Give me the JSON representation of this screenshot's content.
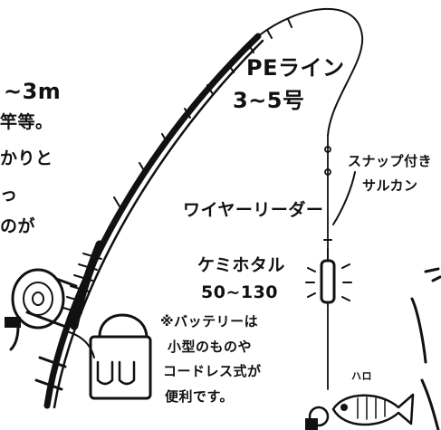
{
  "labels": {
    "left_text_1": "~3m",
    "left_text_2": "竿等。",
    "left_text_3": "かりと",
    "left_text_4": "っ",
    "left_text_5": "のが",
    "pe_line_1": "PEライン",
    "pe_line_2": "3~5号",
    "swivel_1": "スナップ付き",
    "swivel_2": "サルカン",
    "wire_leader": "ワイヤーリーダー",
    "kemihotaru_1": "ケミホタル",
    "kemihotaru_2": "50~130",
    "battery_1": "※バッテリーは",
    "battery_2": "小型のものや",
    "battery_3": "コードレス式が",
    "battery_4": "便利です。",
    "fish_mark": "ハロ"
  },
  "colors": {
    "ink": "#111111",
    "paper": "#ffffff"
  }
}
